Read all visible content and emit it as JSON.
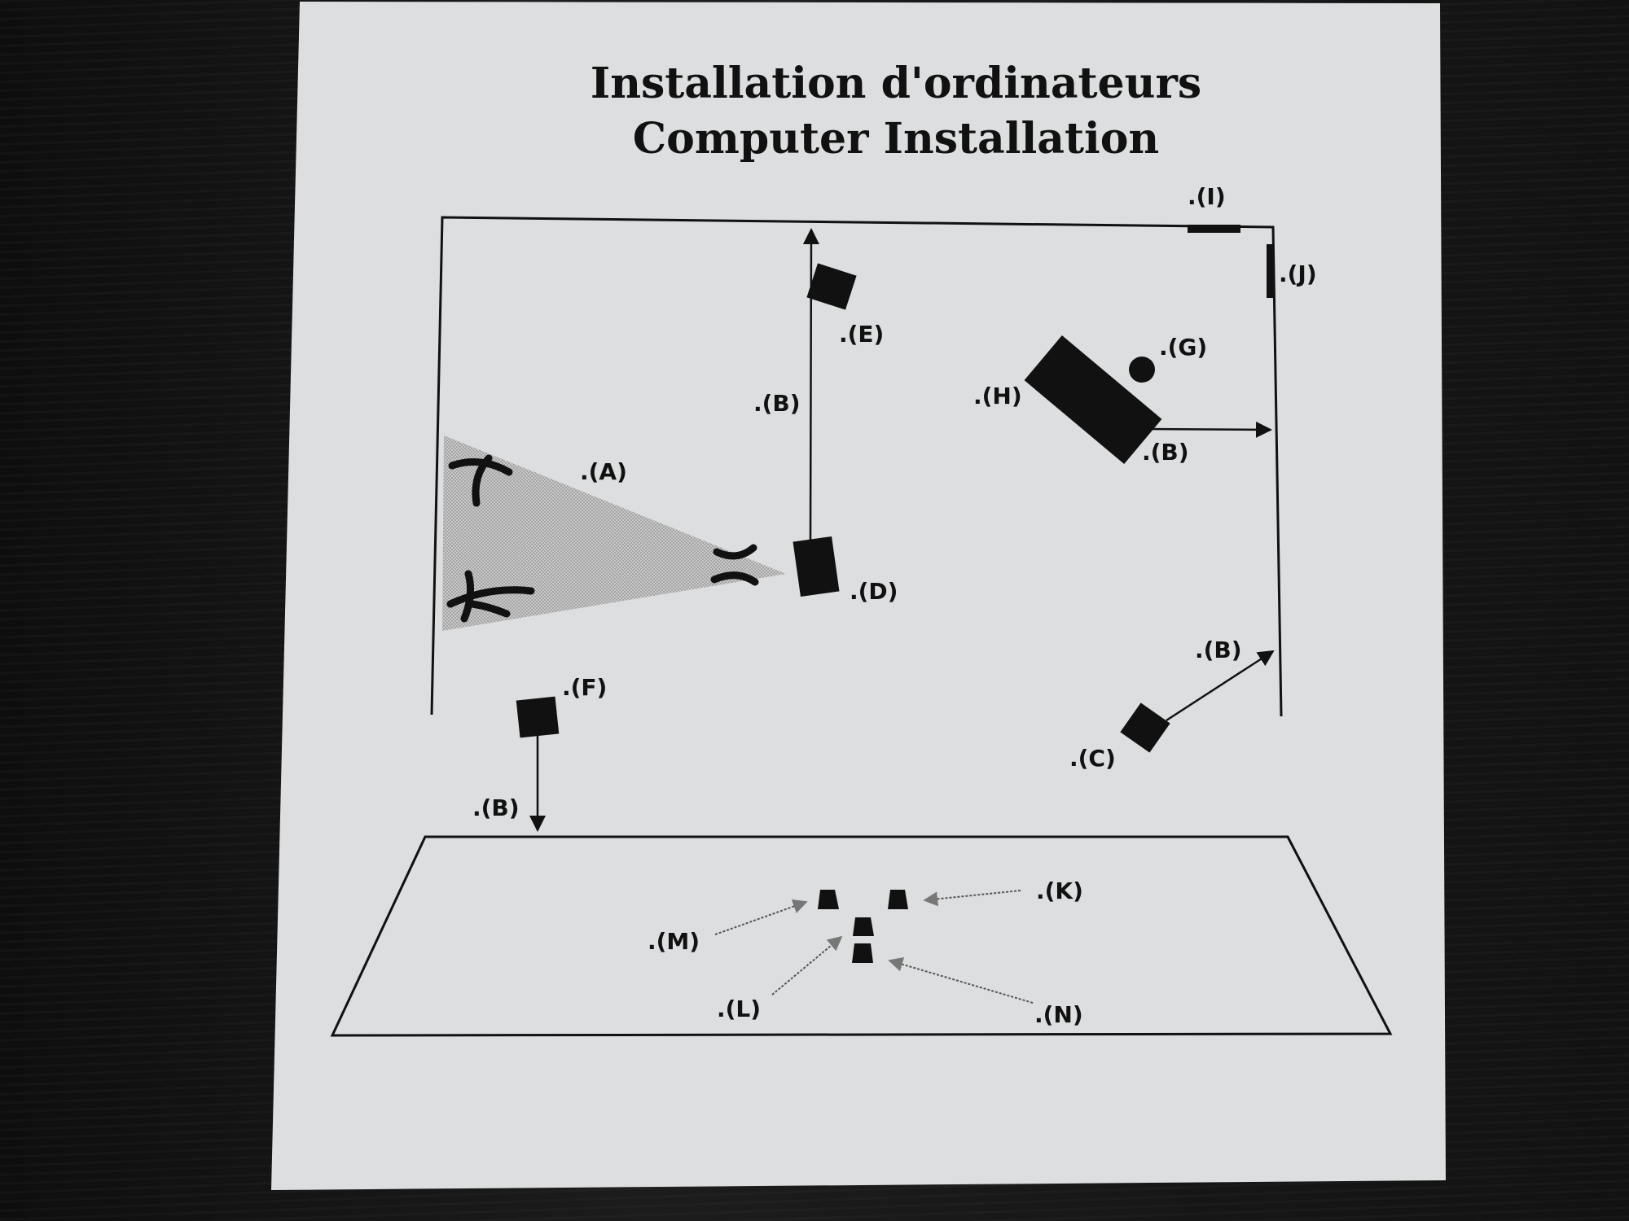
{
  "title_fr": "Installation d'ordinateurs",
  "title_en": "Computer Installation",
  "labels": {
    "A": ".(A)",
    "B": ".(B)",
    "C": ".(C)",
    "D": ".(D)",
    "E": ".(E)",
    "F": ".(F)",
    "G": ".(G)",
    "H": ".(H)",
    "I": ".(I)",
    "J": ".(J)",
    "K": ".(K)",
    "L": ".(L)",
    "M": ".(M)",
    "N": ".(N)"
  },
  "colors": {
    "paper": "#dcdedf",
    "ink": "#111111",
    "shade": "#b4b4b4"
  }
}
